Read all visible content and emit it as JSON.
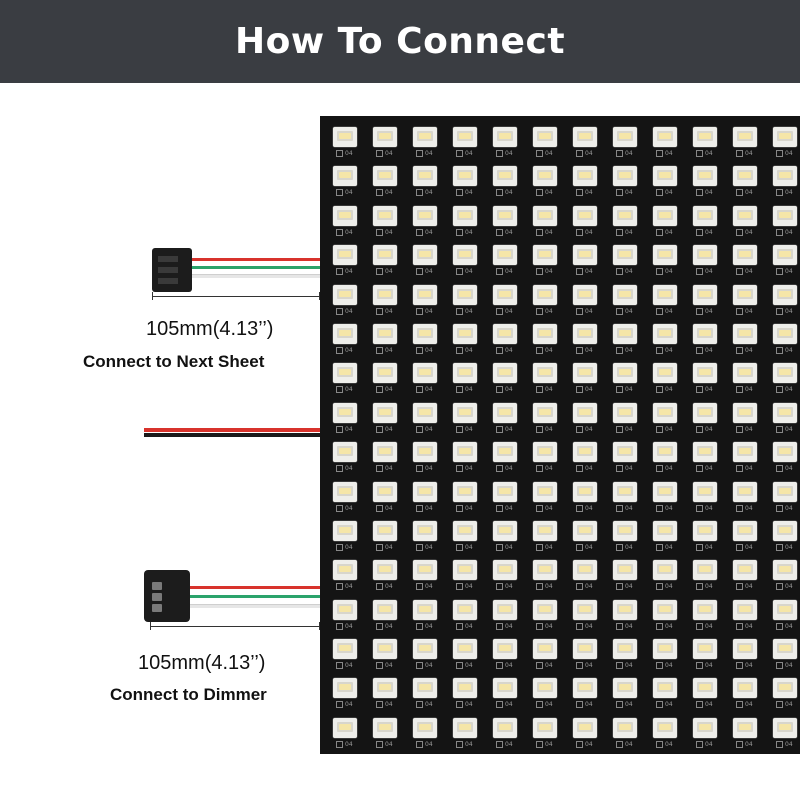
{
  "header": {
    "title": "How To Connect",
    "background": "#3a3d42"
  },
  "panel": {
    "rows": 16,
    "cols": 12,
    "led_label": "04",
    "background": "#141414"
  },
  "top_connector": {
    "length_label": "105mm(4.13’’)",
    "caption": "Connect to Next Sheet",
    "wire_colors": [
      "#d8332c",
      "#2aa36b",
      "#f2f2f2"
    ]
  },
  "middle_power": {
    "wire_colors": [
      "#d8332c",
      "#1a1a1a"
    ]
  },
  "bottom_connector": {
    "length_label": "105mm(4.13’’)",
    "caption": "Connect to Dimmer",
    "wire_colors": [
      "#d8332c",
      "#2aa36b",
      "#f2f2f2"
    ]
  }
}
